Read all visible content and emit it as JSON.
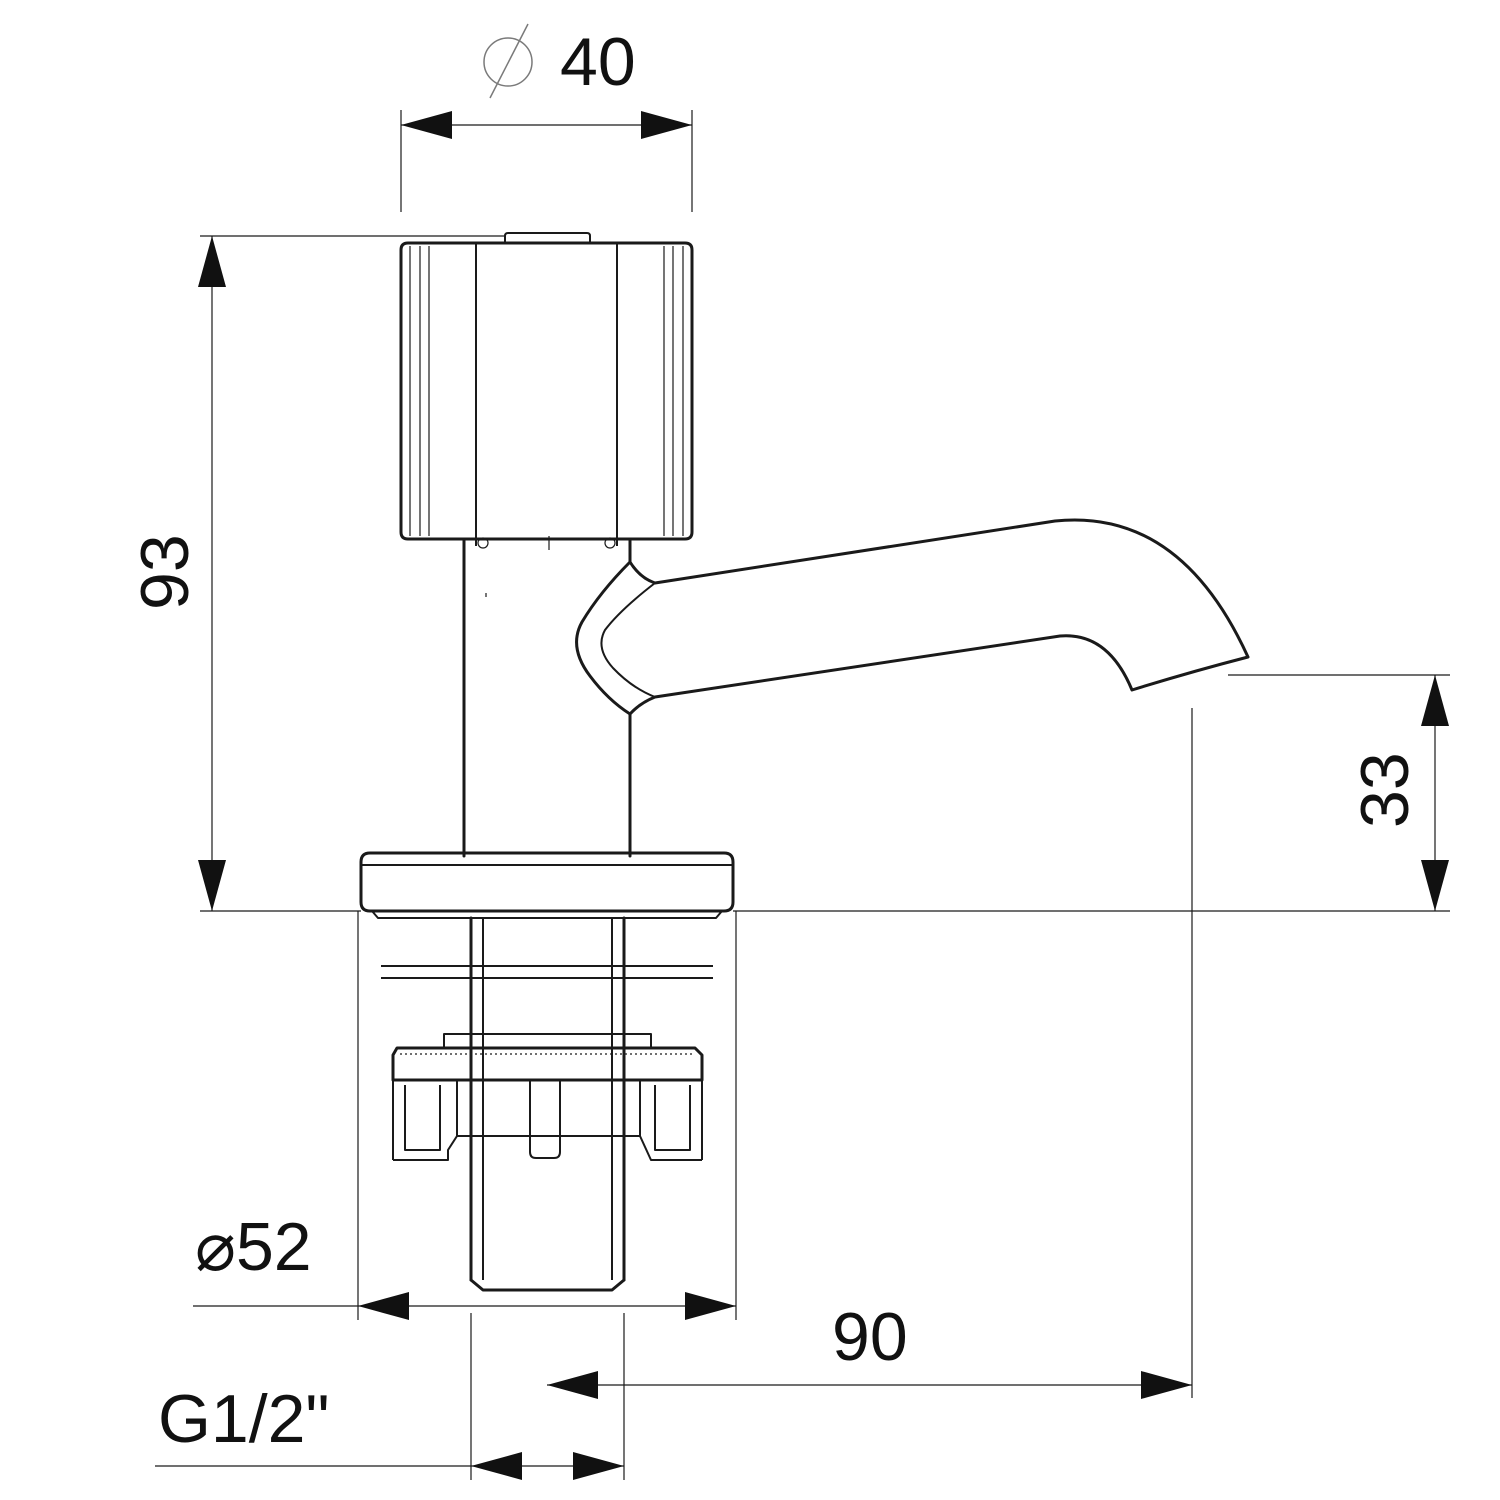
{
  "dimensions": {
    "handle_diameter": {
      "symbol": "⌀",
      "value": "40"
    },
    "overall_height": {
      "value": "93"
    },
    "spout_height": {
      "value": "33"
    },
    "base_diameter": {
      "value": "⌀52"
    },
    "spout_reach": {
      "value": "90"
    },
    "thread": {
      "value": "G1/2\""
    }
  },
  "colors": {
    "line": "#1a1a1a",
    "background": "#ffffff"
  }
}
